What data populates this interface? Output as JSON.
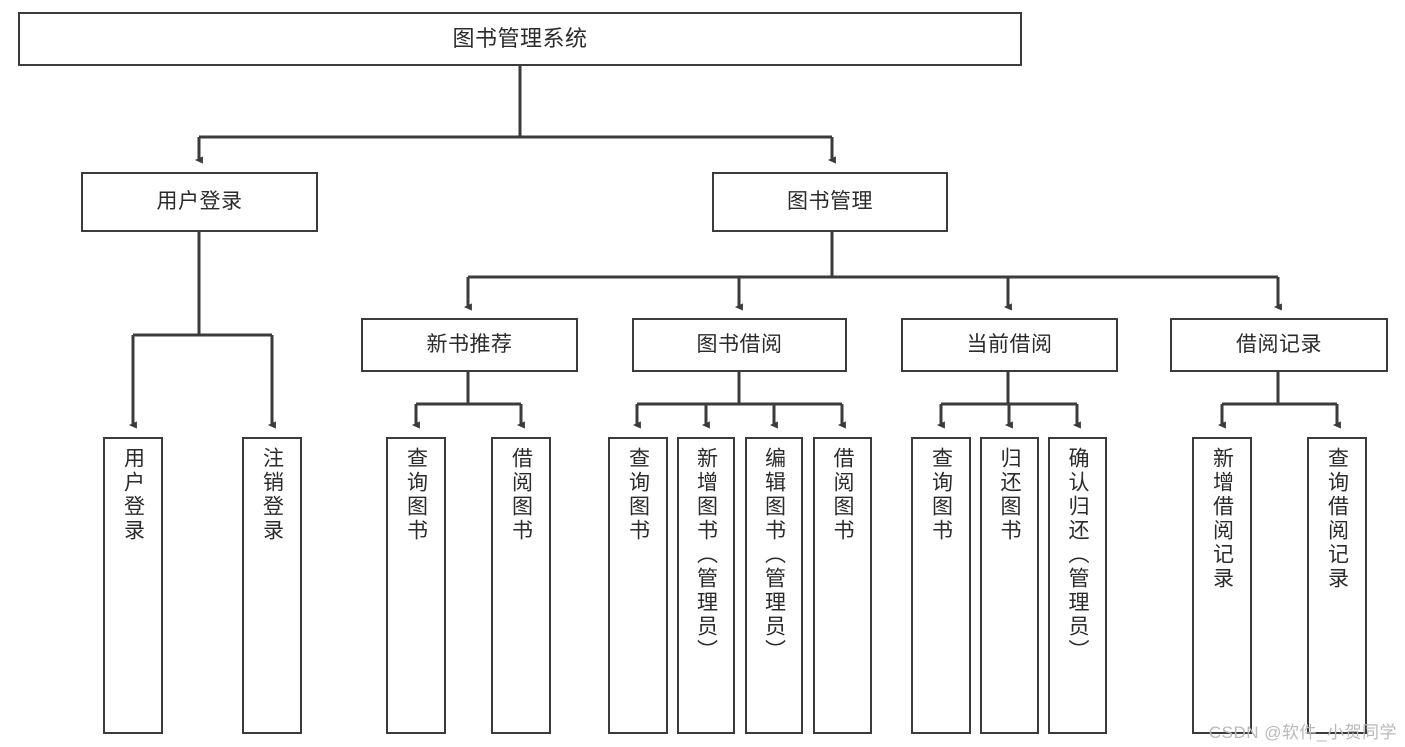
{
  "diagram": {
    "title": "图书管理系统",
    "type": "tree",
    "orientation": "top-down",
    "colors": {
      "box_stroke": "#3b3b3b",
      "box_fill": "#ffffff",
      "edge": "#3b3b3b",
      "text": "#2b2b2b",
      "watermark": "#b9b9b9",
      "background": "#ffffff"
    },
    "nodes": {
      "root": {
        "label": "图书管理系统"
      },
      "level2": [
        {
          "id": "user-login",
          "label": "用户登录"
        },
        {
          "id": "book-manage",
          "label": "图书管理"
        }
      ],
      "level3": [
        {
          "id": "new-book-recommend",
          "label": "新书推荐"
        },
        {
          "id": "book-borrow",
          "label": "图书借阅"
        },
        {
          "id": "current-borrow",
          "label": "当前借阅"
        },
        {
          "id": "borrow-record",
          "label": "借阅记录"
        }
      ],
      "leaves": {
        "user-login": [
          {
            "id": "leaf-user-login",
            "label": "用户登录"
          },
          {
            "id": "leaf-logout",
            "label": "注销登录"
          }
        ],
        "new-book-recommend": [
          {
            "id": "leaf-query-book-1",
            "label": "查询图书"
          },
          {
            "id": "leaf-borrow-book-1",
            "label": "借阅图书"
          }
        ],
        "book-borrow": [
          {
            "id": "leaf-query-book-2",
            "label": "查询图书"
          },
          {
            "id": "leaf-add-book",
            "label": "新增图书（管理员）"
          },
          {
            "id": "leaf-edit-book",
            "label": "编辑图书（管理员）"
          },
          {
            "id": "leaf-borrow-book-2",
            "label": "借阅图书"
          }
        ],
        "current-borrow": [
          {
            "id": "leaf-query-book-3",
            "label": "查询图书"
          },
          {
            "id": "leaf-return-book",
            "label": "归还图书"
          },
          {
            "id": "leaf-confirm-return",
            "label": "确认归还（管理员）"
          }
        ],
        "borrow-record": [
          {
            "id": "leaf-add-record",
            "label": "新增借阅记录"
          },
          {
            "id": "leaf-query-record",
            "label": "查询借阅记录"
          }
        ]
      }
    },
    "watermark": "CSDN @软件_小贺同学"
  }
}
